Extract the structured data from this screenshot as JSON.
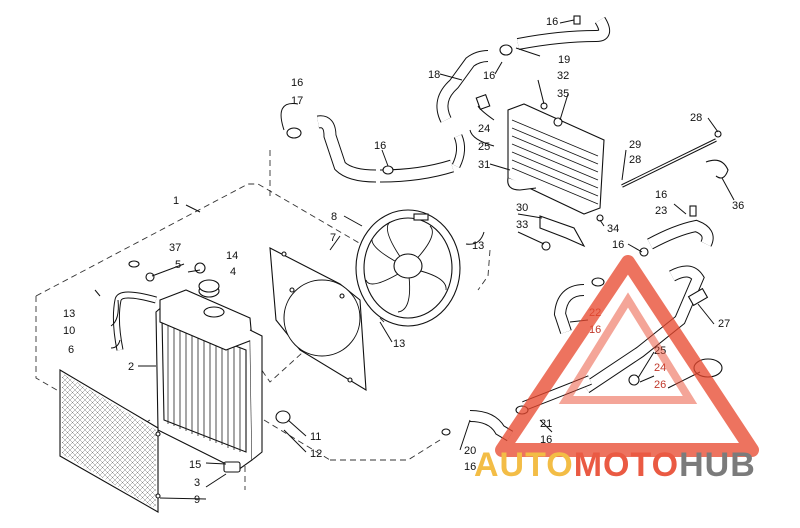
{
  "diagram": {
    "callouts": [
      {
        "id": "c-1",
        "text": "1"
      },
      {
        "id": "c-2",
        "text": "2"
      },
      {
        "id": "c-3",
        "text": "3"
      },
      {
        "id": "c-4",
        "text": "4"
      },
      {
        "id": "c-5",
        "text": "5"
      },
      {
        "id": "c-6",
        "text": "6"
      },
      {
        "id": "c-7",
        "text": "7"
      },
      {
        "id": "c-8",
        "text": "8"
      },
      {
        "id": "c-9",
        "text": "9"
      },
      {
        "id": "c-10",
        "text": "10"
      },
      {
        "id": "c-11",
        "text": "11"
      },
      {
        "id": "c-12",
        "text": "12"
      },
      {
        "id": "c-13a",
        "text": "13"
      },
      {
        "id": "c-13b",
        "text": "13"
      },
      {
        "id": "c-13c",
        "text": "13"
      },
      {
        "id": "c-14",
        "text": "14"
      },
      {
        "id": "c-15",
        "text": "15"
      },
      {
        "id": "c-16a",
        "text": "16"
      },
      {
        "id": "c-16b",
        "text": "16"
      },
      {
        "id": "c-16c",
        "text": "16"
      },
      {
        "id": "c-16d",
        "text": "16"
      },
      {
        "id": "c-16e",
        "text": "16"
      },
      {
        "id": "c-16f",
        "text": "16"
      },
      {
        "id": "c-16g",
        "text": "16"
      },
      {
        "id": "c-16h",
        "text": "16"
      },
      {
        "id": "c-16i",
        "text": "16"
      },
      {
        "id": "c-17",
        "text": "17"
      },
      {
        "id": "c-18",
        "text": "18"
      },
      {
        "id": "c-19",
        "text": "19"
      },
      {
        "id": "c-20",
        "text": "20"
      },
      {
        "id": "c-21",
        "text": "21"
      },
      {
        "id": "c-22",
        "text": "22"
      },
      {
        "id": "c-23",
        "text": "23"
      },
      {
        "id": "c-24a",
        "text": "24"
      },
      {
        "id": "c-24b",
        "text": "24"
      },
      {
        "id": "c-25a",
        "text": "25"
      },
      {
        "id": "c-25b",
        "text": "25"
      },
      {
        "id": "c-26",
        "text": "26"
      },
      {
        "id": "c-27",
        "text": "27"
      },
      {
        "id": "c-28a",
        "text": "28"
      },
      {
        "id": "c-28b",
        "text": "28"
      },
      {
        "id": "c-29",
        "text": "29"
      },
      {
        "id": "c-30",
        "text": "30"
      },
      {
        "id": "c-31",
        "text": "31"
      },
      {
        "id": "c-32",
        "text": "32"
      },
      {
        "id": "c-33",
        "text": "33"
      },
      {
        "id": "c-34",
        "text": "34"
      },
      {
        "id": "c-35",
        "text": "35"
      },
      {
        "id": "c-36",
        "text": "36"
      },
      {
        "id": "c-37",
        "text": "37"
      }
    ]
  },
  "watermark": {
    "word_part1": "AUTO",
    "word_part2": "MOTO",
    "word_part3": "HUB",
    "color_accent": "#e8492f",
    "color_gold": "#f2b632",
    "color_gray": "#6d6d6d"
  }
}
